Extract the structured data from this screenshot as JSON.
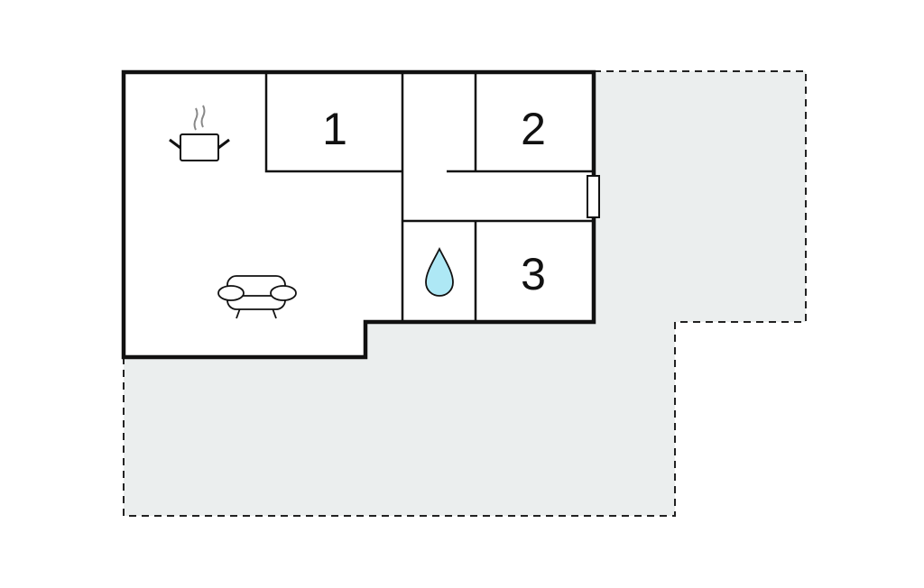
{
  "floorplan": {
    "rooms": [
      {
        "label": "1",
        "type": "bedroom"
      },
      {
        "label": "2",
        "type": "bedroom"
      },
      {
        "label": "3",
        "type": "bedroom"
      }
    ],
    "icons": [
      "cooking-pot-icon",
      "sofa-icon",
      "water-drop-icon",
      "window-icon"
    ],
    "colors": {
      "wall": "#111111",
      "terrace": "#ebeeee",
      "water": "#aee8f5"
    }
  }
}
